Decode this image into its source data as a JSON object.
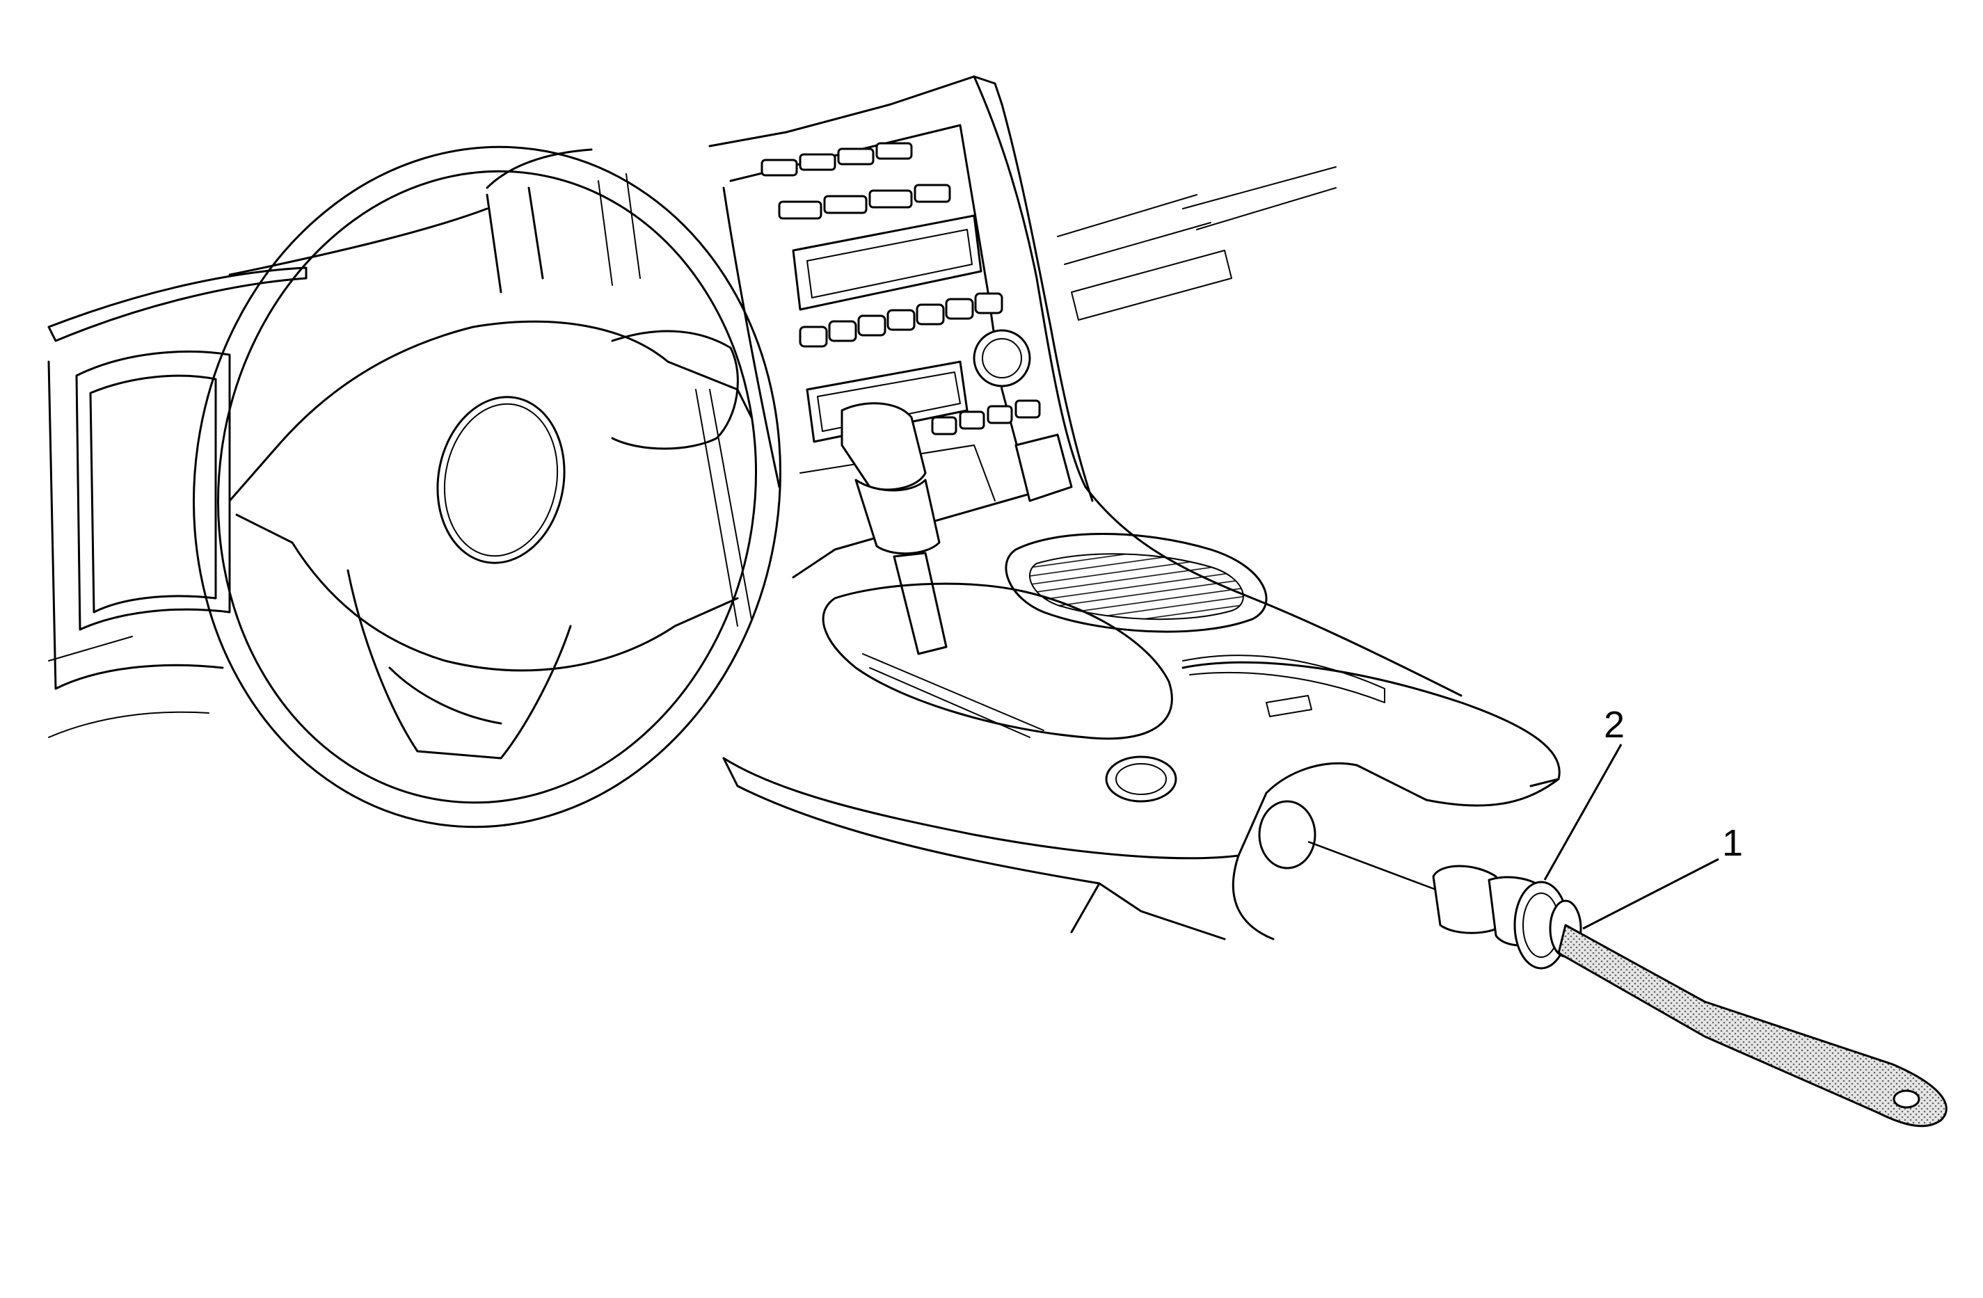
{
  "callouts": [
    {
      "label": "1",
      "target": "tool"
    },
    {
      "label": "2",
      "target": "power-outlet-housing"
    }
  ],
  "colors": {
    "line": "#000000",
    "background": "#ffffff",
    "tool_fill": "#bdbdbd"
  }
}
